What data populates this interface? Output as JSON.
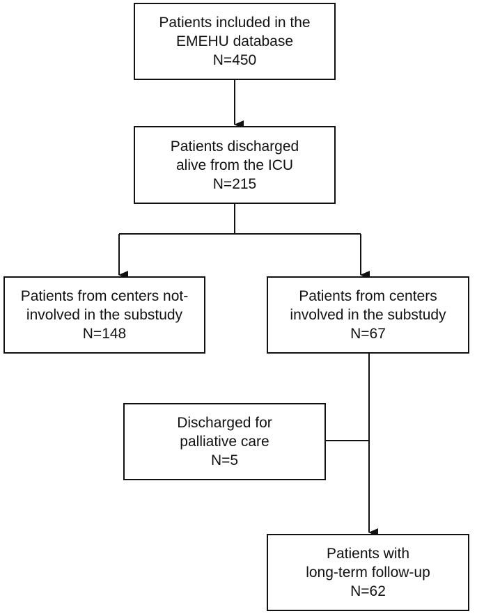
{
  "boxes": {
    "database": {
      "line1": "Patients included in the",
      "line2": "EMEHU database",
      "count": "N=450"
    },
    "discharged_alive": {
      "line1": "Patients discharged",
      "line2": "alive from the ICU",
      "count": "N=215"
    },
    "not_involved": {
      "line1": "Patients from centers not-",
      "line2": "involved in the substudy",
      "count": "N=148"
    },
    "involved": {
      "line1": "Patients from centers",
      "line2": "involved in the substudy",
      "count": "N=67"
    },
    "palliative": {
      "line1": "Discharged for",
      "line2": "palliative care",
      "count": "N=5"
    },
    "followup": {
      "line1": "Patients with",
      "line2": "long-term follow-up",
      "count": "N=62"
    }
  }
}
